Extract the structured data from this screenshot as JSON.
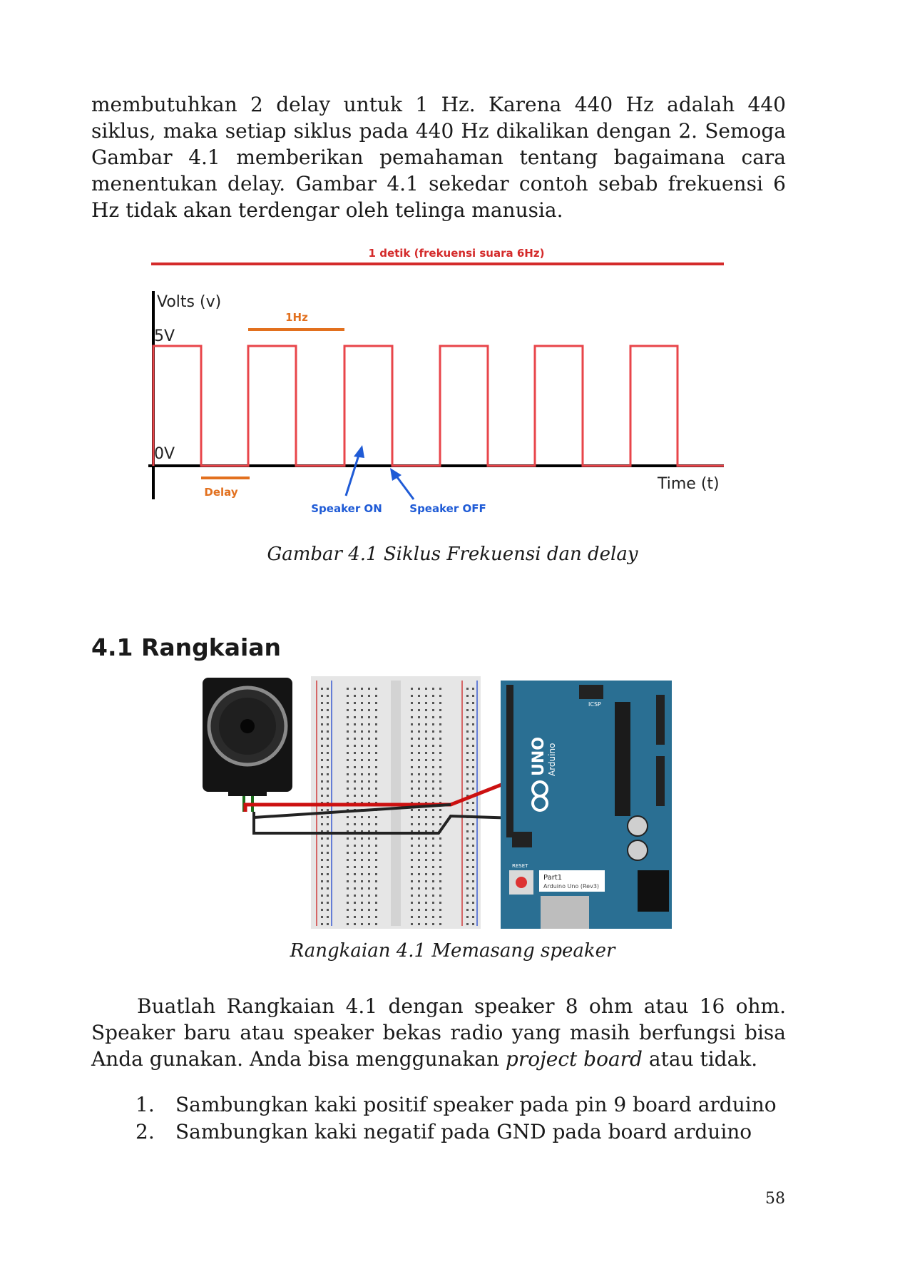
{
  "intro_paragraph": "membutuhkan 2 delay untuk 1 Hz. Karena 440 Hz adalah 440 siklus, maka setiap siklus pada 440 Hz dikalikan dengan 2. Semoga Gambar 4.1 memberikan pemahaman tentang bagaimana cara menentukan delay. Gambar 4.1 sekedar contoh sebab frekuensi 6 Hz tidak akan terdengar oleh telinga manusia.",
  "figure1": {
    "top_label": "1 detik (frekuensi suara 6Hz)",
    "y_axis_label": "Volts (v)",
    "level_high": "5V",
    "level_low": "0V",
    "period_label": "1Hz",
    "delay_label": "Delay",
    "x_axis_label": "Time (t)",
    "speaker_on_label": "Speaker ON",
    "speaker_off_label": "Speaker OFF",
    "cycles": 6,
    "colors": {
      "signal": "#e8454a",
      "top_line": "#d42a2a",
      "period": "#e2701e",
      "arrows": "#1f5bd6",
      "axis": "#000000"
    },
    "caption": "Gambar 4.1 Siklus Frekuensi dan delay"
  },
  "section_heading": "4.1 Rangkaian",
  "figure2": {
    "board_name": "UNO",
    "board_brand": "Arduino",
    "part_label": "Part1",
    "part_sublabel": "Arduino Uno (Rev3)",
    "icsp_label": "ICSP",
    "reset_label": "RESET",
    "colors": {
      "board": "#2a6f93",
      "wire_positive": "#cc1111",
      "wire_negative": "#222222",
      "speaker": "#111111"
    },
    "caption_prefix": "Rangkaian 4.1 Memasang speaker"
  },
  "body_paragraph": {
    "part1": "Buatlah Rangkaian 4.1 dengan speaker 8 ohm atau 16 ohm. Speaker baru atau speaker bekas radio yang masih berfungsi bisa Anda gunakan. Anda bisa menggunakan ",
    "emphasis": "project board",
    "part2": " atau tidak."
  },
  "steps": [
    {
      "num": "1.",
      "text": "Sambungkan kaki positif speaker pada pin 9 board arduino"
    },
    {
      "num": "2.",
      "text": "Sambungkan kaki negatif pada GND pada board arduino"
    }
  ],
  "page_number": "58"
}
